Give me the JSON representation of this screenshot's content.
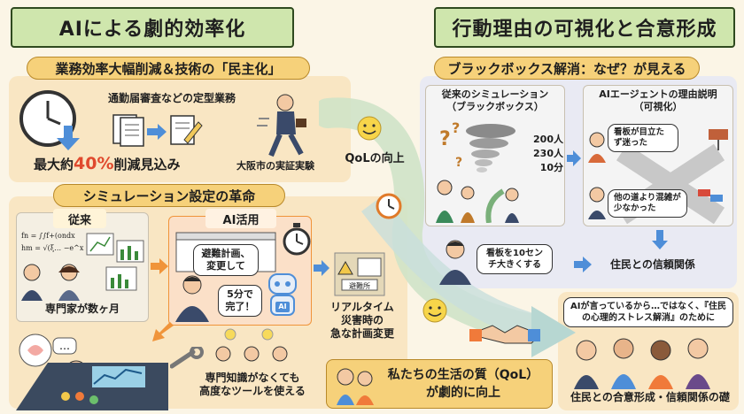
{
  "left": {
    "title": "AIによる劇的効率化",
    "section1": {
      "heading": "業務効率大幅削減＆技術の「民主化」",
      "task": "通勤届審査などの定型業務",
      "reduction_prefix": "最大約",
      "reduction_value": "40%",
      "reduction_suffix": "削減見込み",
      "osaka": "大阪市の実証実験"
    },
    "section2": {
      "heading": "シミュレーション設定の革命",
      "before_label": "従来",
      "formula1": "fn = ∫∫f+(ondx",
      "formula2": "hm = √(ξ… −e^x",
      "expert": "専門家が数ヶ月",
      "ai_label": "AI活用",
      "speech1": "避難計画、変更して",
      "speech2": "5分で完了！",
      "ai_chip": "AI",
      "realtime_1": "リアルタイム",
      "realtime_2": "災害時の",
      "realtime_3": "急な計画変更",
      "sign": "避難所",
      "democratize_1": "専門知識がなくても",
      "democratize_2": "高度なツールを使える"
    }
  },
  "center": {
    "qol_label": "QoLの向上",
    "qol_box_1": "私たちの生活の質（QoL）",
    "qol_box_2": "が劇的に向上"
  },
  "right": {
    "title": "行動理由の可視化と合意形成",
    "section_heading": "ブラックボックス解消：なぜ？が見える",
    "blackbox": {
      "title_1": "従来のシミュレーション",
      "title_2": "（ブラックボックス）",
      "numbers": [
        "200人",
        "230人",
        "10分"
      ]
    },
    "explain": {
      "title_1": "AIエージェントの理由説明",
      "title_2": "（可視化）",
      "bubble1": "看板が目立たず迷った",
      "bubble2": "他の道より混雑が少なかった"
    },
    "signboard": "看板を10センチ大きくする",
    "trust": "住民との信頼関係",
    "quote": "AIが言っているから…ではなく、『住民の心理的ストレス解消』のために",
    "footer": "住民との合意形成・信頼関係の礎"
  },
  "colors": {
    "header_green": "#cfe6ad",
    "sub_yellow": "#f6d17a",
    "panel_beige": "#f9e6c3",
    "accent_orange": "#f0943a",
    "accent_blue": "#4e8ed8",
    "right_panel": "#e9eaf3"
  }
}
